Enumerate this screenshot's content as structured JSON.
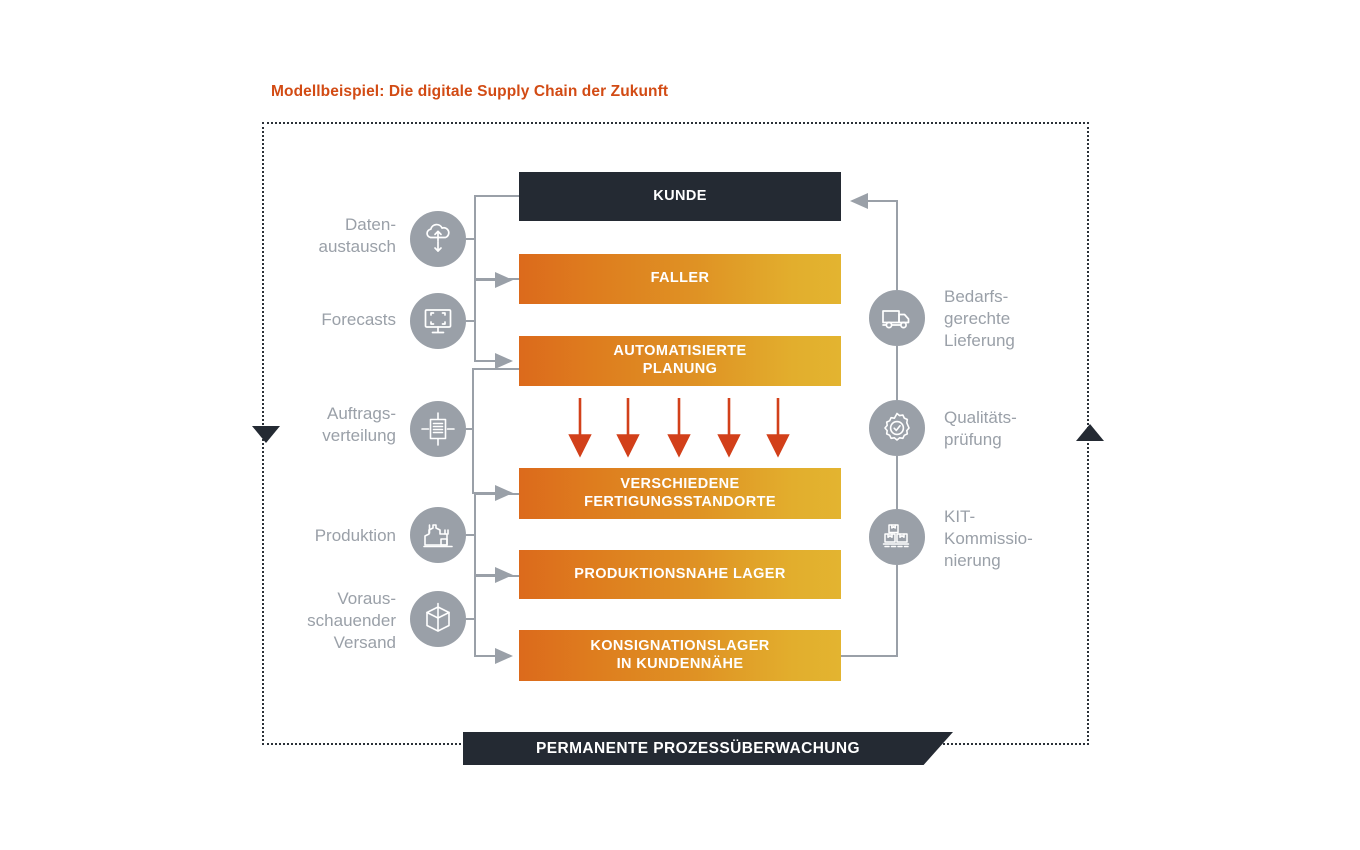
{
  "title": "Modellbeispiel: Die digitale Supply Chain der Zukunft",
  "colors": {
    "title": "#D24B14",
    "dark": "#242a33",
    "icon_gray": "#9aa0a8",
    "gradient_start": "#DC6A1C",
    "gradient_end": "#E3B430",
    "arrow_red": "#D2401A",
    "connector_gray": "#9aa0a8"
  },
  "boxes": {
    "kunde": "KUNDE",
    "faller": "FALLER",
    "planung_line1": "AUTOMATISIERTE",
    "planung_line2": "PLANUNG",
    "fertigung_line1": "VERSCHIEDENE",
    "fertigung_line2": "FERTIGUNGSSTANDORTE",
    "lager": "PRODUKTIONSNAHE LAGER",
    "konsignation_line1": "KONSIGNATIONSLAGER",
    "konsignation_line2": "IN KUNDENNÄHE"
  },
  "left_items": [
    {
      "label_line1": "Daten-",
      "label_line2": "austausch",
      "label_line3": "",
      "icon": "cloud-exchange-icon"
    },
    {
      "label_line1": "Forecasts",
      "label_line2": "",
      "label_line3": "",
      "icon": "monitor-forecast-icon"
    },
    {
      "label_line1": "Auftrags-",
      "label_line2": "verteilung",
      "label_line3": "",
      "icon": "order-distribution-icon"
    },
    {
      "label_line1": "Produktion",
      "label_line2": "",
      "label_line3": "",
      "icon": "factory-icon"
    },
    {
      "label_line1": "Voraus-",
      "label_line2": "schauender",
      "label_line3": "Versand",
      "icon": "cube-shipping-icon"
    }
  ],
  "right_items": [
    {
      "label_line1": "Bedarfs-",
      "label_line2": "gerechte",
      "label_line3": "Lieferung",
      "icon": "truck-icon"
    },
    {
      "label_line1": "Qualitäts-",
      "label_line2": "prüfung",
      "label_line3": "",
      "icon": "quality-seal-icon"
    },
    {
      "label_line1": "KIT-",
      "label_line2": "Kommissio-",
      "label_line3": "nierung",
      "icon": "kit-picking-icon"
    }
  ],
  "banner": "PERMANENTE PROZESSÜBERWACHUNG"
}
